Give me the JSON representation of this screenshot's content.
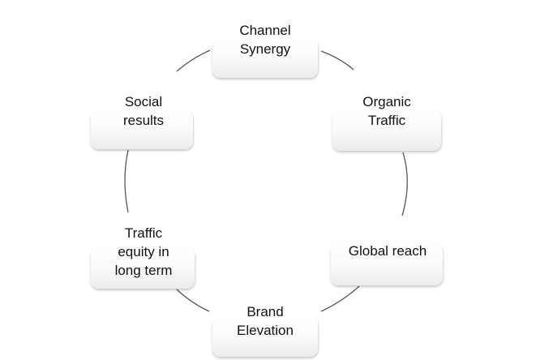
{
  "diagram": {
    "type": "cycle",
    "nodes": [
      {
        "id": "channel-synergy",
        "label": "Channel\nSynergy"
      },
      {
        "id": "organic-traffic",
        "label": "Organic\nTraffic"
      },
      {
        "id": "global-reach",
        "label": "Global reach"
      },
      {
        "id": "brand-elevation",
        "label": "Brand\nElevation"
      },
      {
        "id": "traffic-equity",
        "label": "Traffic\nequity in\nlong term"
      },
      {
        "id": "social-results",
        "label": "Social\nresults"
      }
    ],
    "edges": [
      {
        "from": "channel-synergy",
        "to": "organic-traffic"
      },
      {
        "from": "organic-traffic",
        "to": "global-reach"
      },
      {
        "from": "global-reach",
        "to": "brand-elevation"
      },
      {
        "from": "brand-elevation",
        "to": "traffic-equity"
      },
      {
        "from": "traffic-equity",
        "to": "social-results"
      },
      {
        "from": "social-results",
        "to": "channel-synergy"
      }
    ],
    "colors": {
      "connector": "#555555",
      "node_fill_top": "#ffffff",
      "node_fill_bottom": "#ececec",
      "text": "#111111"
    }
  }
}
